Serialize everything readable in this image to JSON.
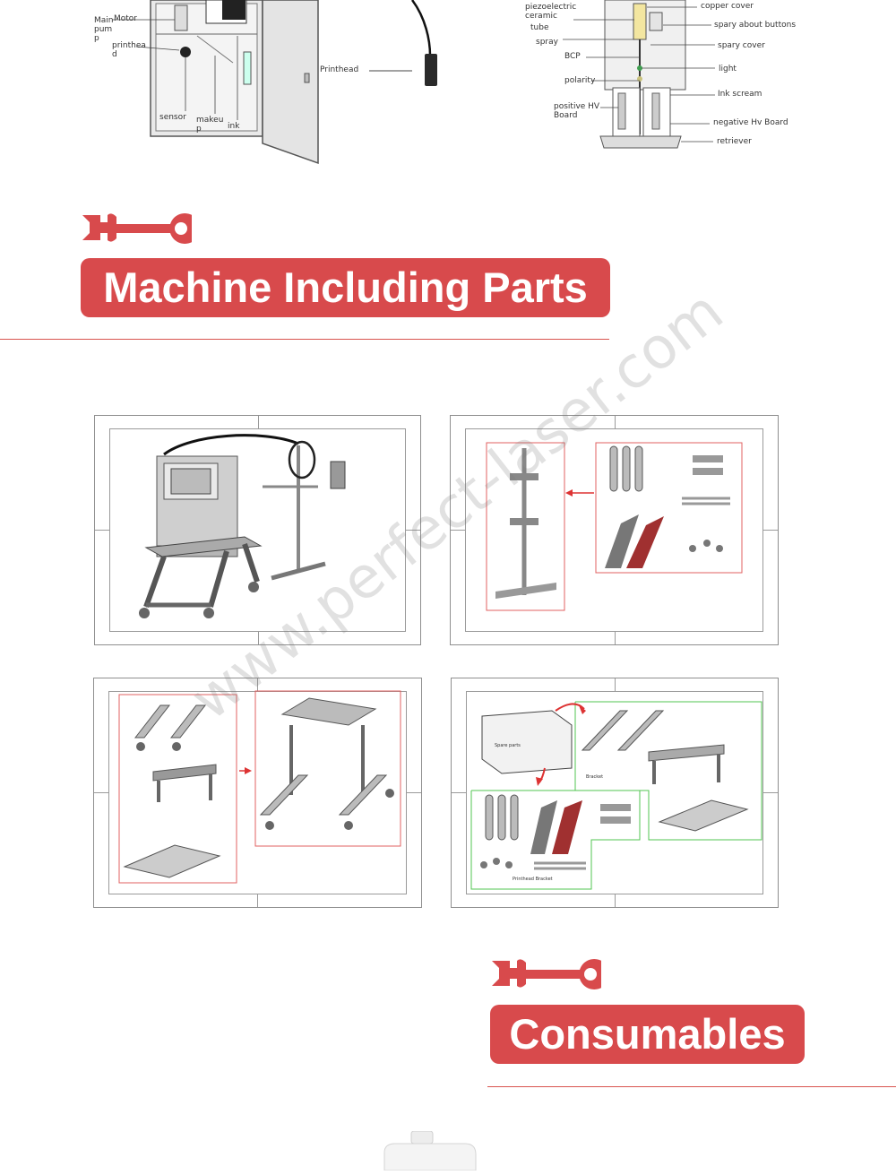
{
  "diagram_left": {
    "labels": {
      "main_pump": "Main\npum\np",
      "motor": "Motor",
      "printhead_d": "printhea\nd",
      "sensor": "sensor",
      "makeup": "makeu\np",
      "ink": "ink",
      "printhead": "Printhead"
    }
  },
  "diagram_right": {
    "labels": {
      "piezo": "piezoelectric\nceramic",
      "tube": "tube",
      "spray": "spray",
      "bcp": "BCP",
      "polarity": "polarity",
      "positive_hv": "positive HV\nBoard",
      "copper_cover": "copper cover",
      "spary_buttons": "spary about buttons",
      "spary_cover": "spary cover",
      "light": "light",
      "ink_scream": "Ink scream",
      "negative_hv": "negative Hv Board",
      "retriever": "retriever"
    }
  },
  "sections": {
    "machine_parts": {
      "title": "Machine Including Parts"
    },
    "consumables": {
      "title": "Consumables"
    }
  },
  "assembly": {
    "spare_parts_label": "Spare parts",
    "bracket_label": "Bracket",
    "printhead_bracket_label": "Printhead Bracket"
  },
  "watermark": {
    "text": "www.perfect-laser.com"
  },
  "colors": {
    "accent": "#d84a4c",
    "frame_red": "#e06060",
    "frame_green": "#52c452"
  }
}
